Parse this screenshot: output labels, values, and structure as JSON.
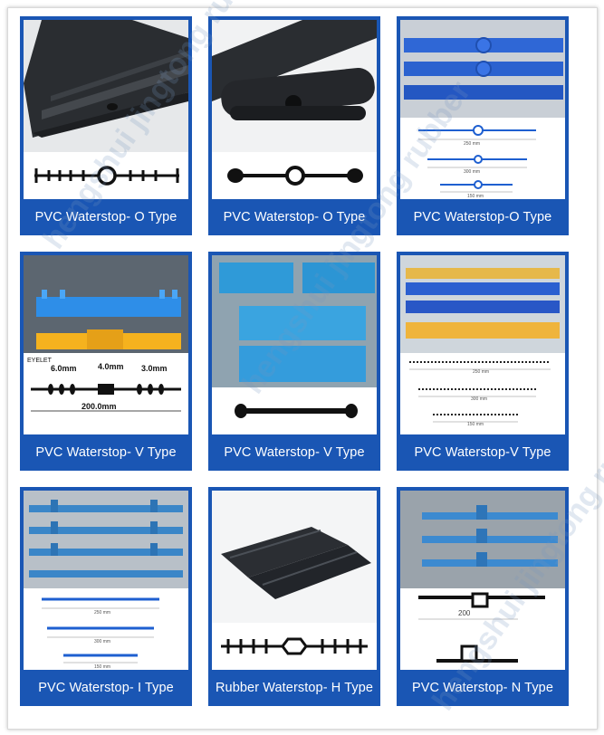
{
  "cards": [
    {
      "caption": "PVC Waterstop- O Type"
    },
    {
      "caption": "PVC Waterstop- O Type"
    },
    {
      "caption": "PVC Waterstop-O Type",
      "dims": [
        "250 mm",
        "300 mm",
        "150 mm"
      ]
    },
    {
      "caption": "PVC Waterstop- V Type",
      "dims": {
        "top_left": "6.0mm",
        "top_mid": "4.0mm",
        "top_right": "3.0mm",
        "bottom": "200.0mm",
        "side": "EYELET"
      }
    },
    {
      "caption": "PVC Waterstop- V Type"
    },
    {
      "caption": "PVC Waterstop-V Type",
      "dims": [
        "250 mm",
        "300 mm",
        "150 mm"
      ]
    },
    {
      "caption": "PVC Waterstop- I Type",
      "dims": [
        "250 mm",
        "300 mm",
        "150 mm"
      ]
    },
    {
      "caption": "Rubber Waterstop- H Type"
    },
    {
      "caption": "PVC Waterstop- N Type",
      "dims": {
        "width": "200"
      }
    }
  ],
  "watermark": "hengshui jingtong rubber"
}
